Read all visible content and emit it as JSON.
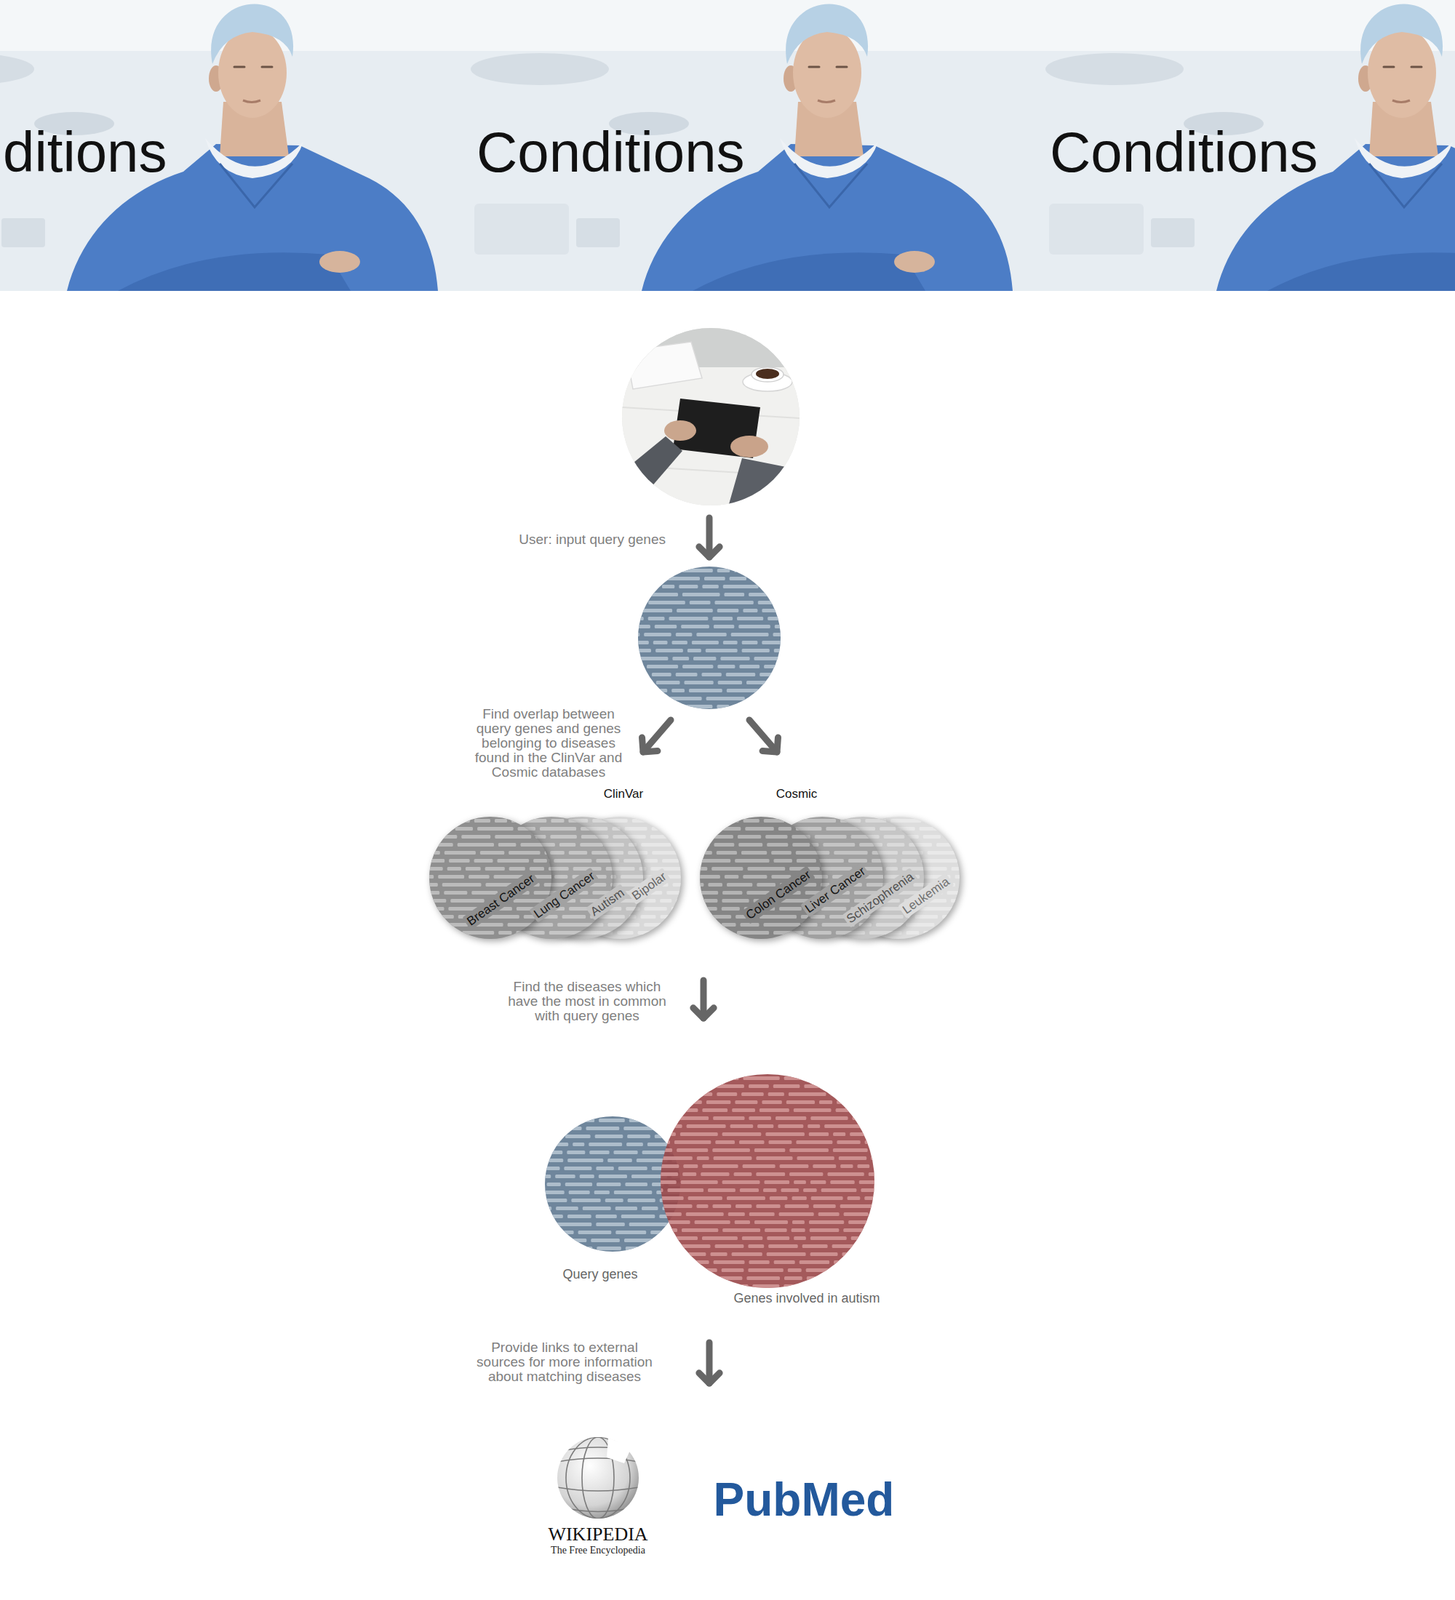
{
  "diagram": {
    "nodes": [
      {
        "text": [
          "Breast Cancer"
        ]
      },
      {
        "text": [
          "Lung Cancer"
        ]
      },
      {
        "text": [
          "Autism"
        ]
      },
      {
        "text": [
          "Bipolar"
        ]
      },
      {
        "text": [
          "Colon Cancer"
        ]
      },
      {
        "text": [
          "Liver Cancer"
        ]
      },
      {
        "text": [
          "Schizophrenia"
        ]
      },
      {
        "text": [
          "Leukemia"
        ]
      },
      {
        "text": [
          "Query genes"
        ]
      },
      {
        "text": [
          "Genes involved in autism"
        ]
      }
    ],
    "labels": [
      "ditions",
      "Conditions",
      "Conditions",
      "User: input query genes",
      "Find overlap between query genes and genes belonging to diseases found in the ClinVar and Cosmic databases",
      "ClinVar",
      "Cosmic",
      "Find the diseases which have the most in common with query genes",
      "Provide links to external sources for more information about matching diseases",
      "WIKIPEDIA",
      "The Free Encyclopedia",
      "PubMed"
    ]
  }
}
